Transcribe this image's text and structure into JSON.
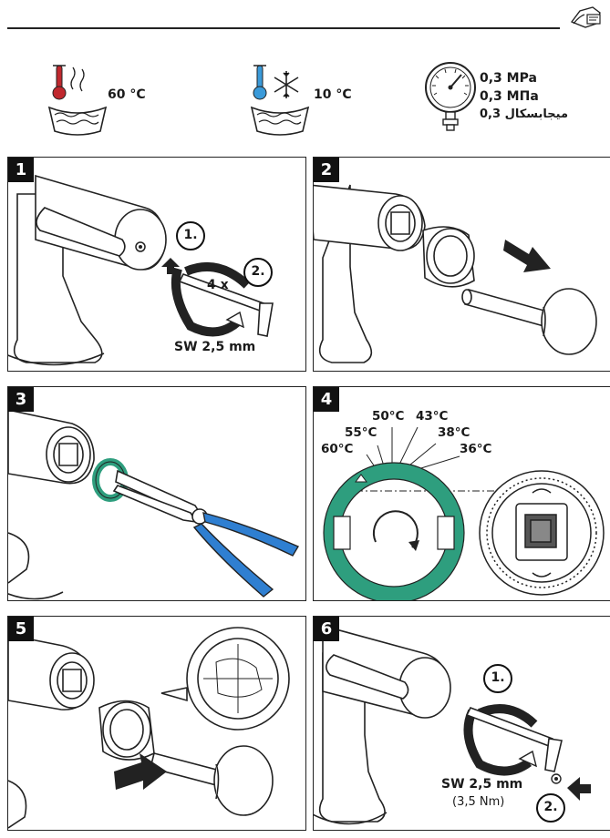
{
  "specs": {
    "hot_temp": "60 °C",
    "cold_temp": "10 °C",
    "pressure": [
      "0,3 MPa",
      "0,3 МПа",
      "0,3 میجابسکال"
    ]
  },
  "steps": [
    "1",
    "2",
    "3",
    "4",
    "5",
    "6"
  ],
  "panel1": {
    "step1": "1.",
    "step2": "2.",
    "turns": "4 x",
    "wrench": "SW 2,5 mm"
  },
  "panel4": {
    "temps": [
      "60°C",
      "55°C",
      "50°C",
      "43°C",
      "38°C",
      "36°C"
    ]
  },
  "panel6": {
    "step1": "1.",
    "step2": "2.",
    "wrench": "SW 2,5 mm",
    "torque": "(3,5 Nm)"
  },
  "colors": {
    "thermo_red": "#c0282e",
    "cold_blue": "#3a9ad9",
    "ring_green": "#2e9e7e",
    "pliers_blue": "#2f7fd1"
  }
}
